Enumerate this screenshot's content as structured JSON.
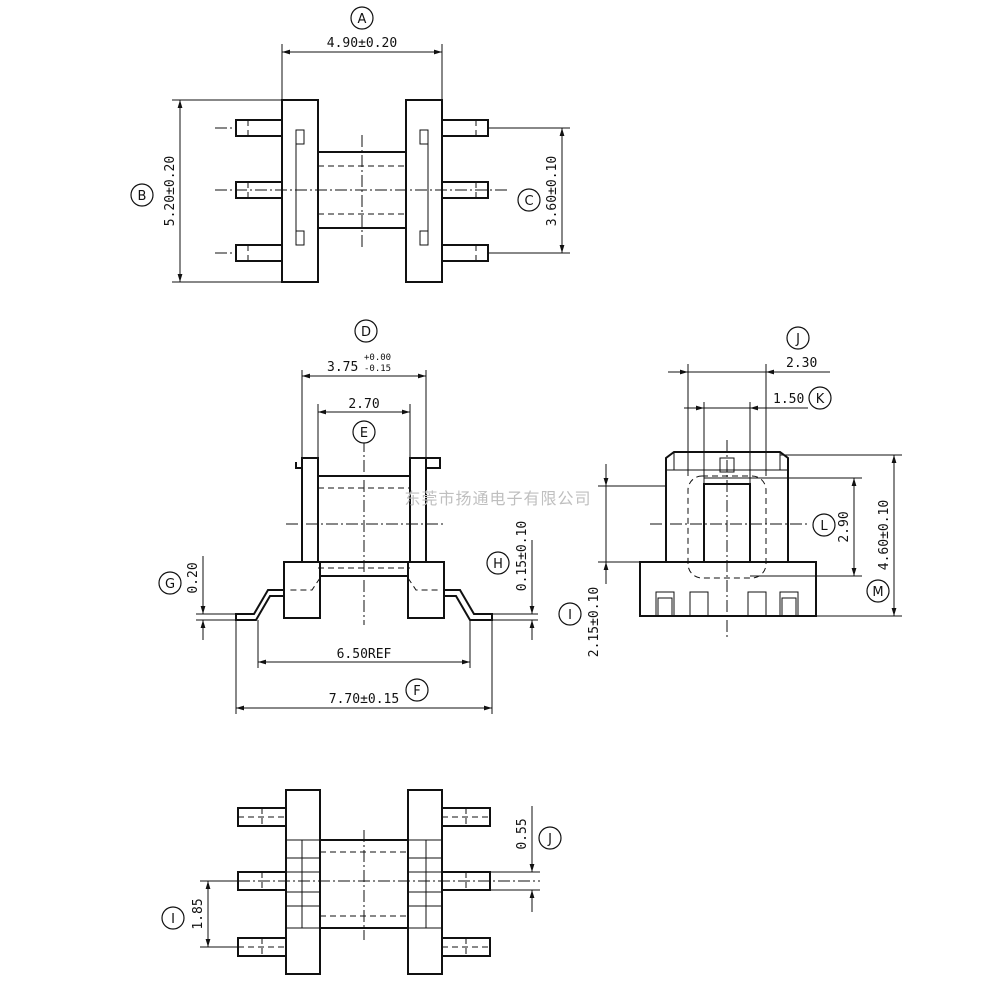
{
  "dimensions": {
    "A": "4.90±0.20",
    "B": "5.20±0.20",
    "C": "3.60±0.10",
    "D_main": "3.75",
    "D_upper": "+0.00",
    "D_lower": "-0.15",
    "E": "2.70",
    "F": "7.70±0.15",
    "ref": "6.50REF",
    "G": "0.20",
    "H": "0.15±0.10",
    "I_side": "2.15±0.10",
    "I_bottom": "1.85",
    "J_side": "2.30",
    "J_bottom": "0.55",
    "K": "1.50",
    "L": "2.90",
    "M": "4.60±0.10"
  },
  "labels": {
    "A": "A",
    "B": "B",
    "C": "C",
    "D": "D",
    "E": "E",
    "F": "F",
    "G": "G",
    "H": "H",
    "I": "I",
    "J": "J",
    "K": "K",
    "L": "L",
    "M": "M"
  },
  "watermark": "东莞市扬通电子有限公司",
  "colors": {
    "line": "#111111",
    "background": "#ffffff",
    "watermark": "#bfbfbf"
  }
}
